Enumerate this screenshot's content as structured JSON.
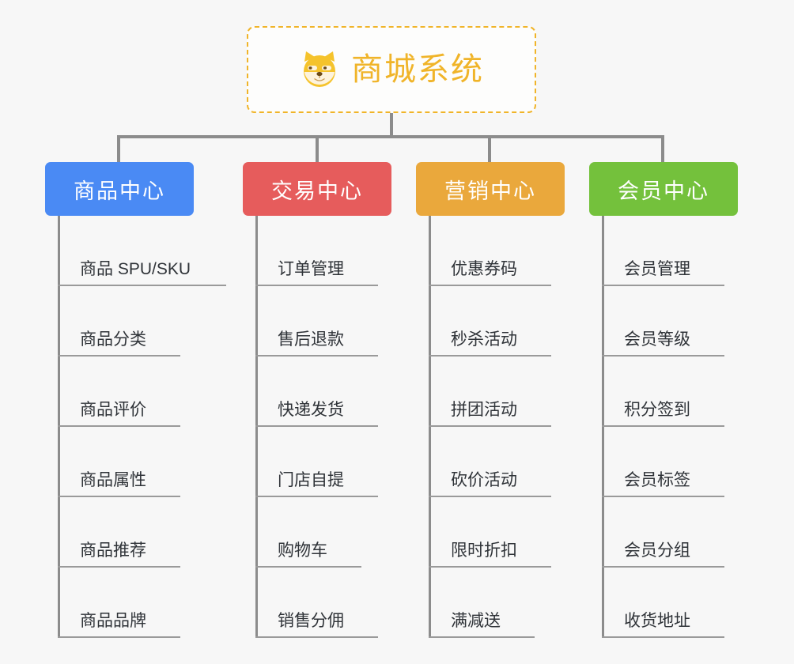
{
  "root": {
    "title": "商城系统",
    "icon": "shiba-dog-face-icon",
    "border_color": "#f0b429",
    "text_color": "#f0b429"
  },
  "background_color": "#f7f7f7",
  "connector_color": "#8c8c8c",
  "leaf_rule_color": "#9a9a9a",
  "categories": [
    {
      "label": "商品中心",
      "color": "#4a8af4",
      "items": [
        "商品 SPU/SKU",
        "商品分类",
        "商品评价",
        "商品属性",
        "商品推荐",
        "商品品牌"
      ]
    },
    {
      "label": "交易中心",
      "color": "#e65c5c",
      "items": [
        "订单管理",
        "售后退款",
        "快递发货",
        "门店自提",
        "购物车",
        "销售分佣"
      ]
    },
    {
      "label": "营销中心",
      "color": "#eaa83c",
      "items": [
        "优惠券码",
        "秒杀活动",
        "拼团活动",
        "砍价活动",
        "限时折扣",
        "满减送"
      ]
    },
    {
      "label": "会员中心",
      "color": "#74c13c",
      "items": [
        "会员管理",
        "会员等级",
        "积分签到",
        "会员标签",
        "会员分组",
        "收货地址"
      ]
    }
  ]
}
